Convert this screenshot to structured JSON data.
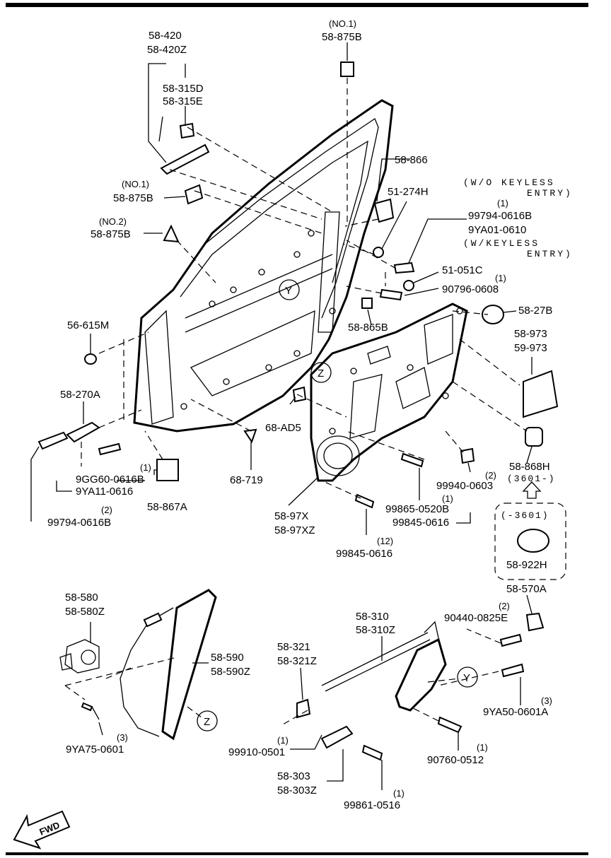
{
  "labels": {
    "p58_420": "58-420",
    "p58_420z": "58-420Z",
    "p58_315d": "58-315D",
    "p58_315e": "58-315E",
    "no1_top": "(NO.1)",
    "p58_875b_top": "58-875B",
    "no1_mid": "(NO.1)",
    "p58_875b_mid": "58-875B",
    "no2": "(NO.2)",
    "p58_875b_low": "58-875B",
    "p58_866": "58-866",
    "p51_274h": "51-274H",
    "wo_keyless": "(W/O  KEYLESS",
    "entry1": "ENTRY)",
    "qty1_a": "(1)",
    "p99794_0616b_a": "99794-0616B",
    "p9ya01_0610": "9YA01-0610",
    "w_keyless": "(W/KEYLESS",
    "entry2": "ENTRY)",
    "p51_051c": "51-051C",
    "qty1_b": "(1)",
    "p90796_0608": "90796-0608",
    "p58_27b": "58-27B",
    "callout_y": "Y",
    "p56_615m": "56-615M",
    "p58_865b": "58-865B",
    "p58_973": "58-973",
    "p59_973": "59-973",
    "callout_z": "Z",
    "p58_270a": "58-270A",
    "p68_ad5": "68-AD5",
    "qty1_c": "(1)",
    "p9gg60_0616b": "9GG60-0616B",
    "p9ya11_0616": "9YA11-0616",
    "p58_867a": "58-867A",
    "qty2_a": "(2)",
    "p99794_0616b_b": "99794-0616B",
    "p68_719": "68-719",
    "p58_97x": "58-97X",
    "p58_97xz": "58-97XZ",
    "p99940_0603": "99940-0603",
    "qty2_b": "(2)",
    "p58_868h": "58-868H",
    "range_3601_from": "(3601-)",
    "qty1_d": "(1)",
    "p99865_0520b": "99865-0520B",
    "p99845_0616_a": "99845-0616",
    "p99845_0616_b": "99845-0616",
    "qty12": "(12)",
    "range_3601_to": "(-3601)",
    "p58_922h": "58-922H",
    "p58_570a": "58-570A",
    "p58_580": "58-580",
    "p58_580z": "58-580Z",
    "p58_590": "58-590",
    "p58_590z": "58-590Z",
    "p9ya75_0601": "9YA75-0601",
    "qty3_a": "(3)",
    "p58_310": "58-310",
    "p58_310z": "58-310Z",
    "qty2_c": "(2)",
    "p90440_0825e": "90440-0825E",
    "p58_321": "58-321",
    "p58_321z": "58-321Z",
    "p9ya50_0601a": "9YA50-0601A",
    "qty3_b": "(3)",
    "qty1_e": "(1)",
    "p99910_0501": "99910-0501",
    "qty1_f": "(1)",
    "p90760_0512": "90760-0512",
    "p58_303": "58-303",
    "p58_303z": "58-303Z",
    "qty1_g": "(1)",
    "p99861_0516": "99861-0516",
    "fwd": "FWD"
  }
}
